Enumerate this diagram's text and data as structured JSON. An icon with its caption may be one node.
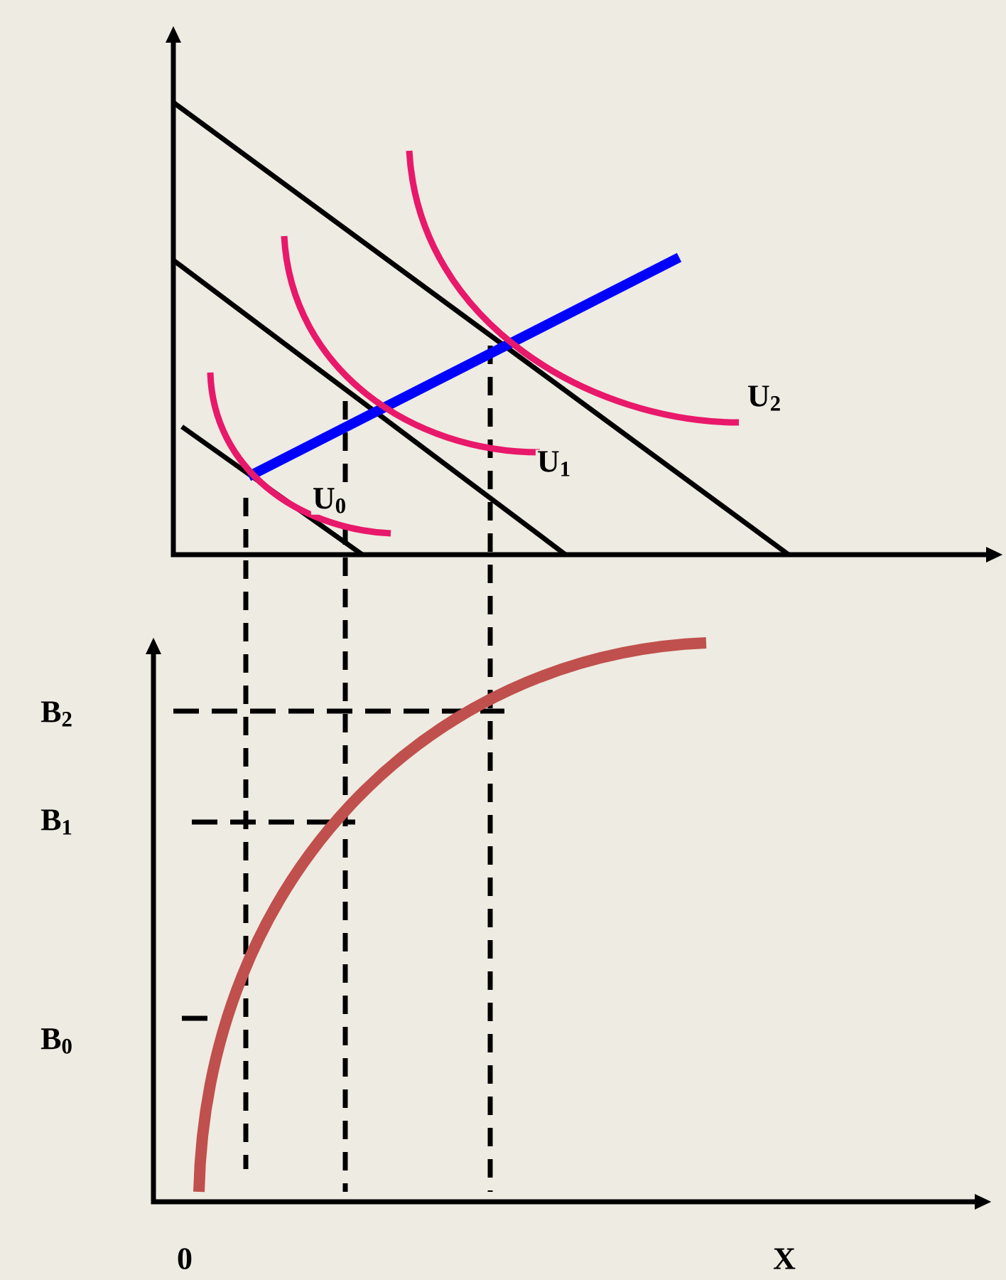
{
  "diagram": {
    "labels": [
      "U$_{2}$",
      "U$_{1}$",
      "U$_{0}$",
      "B$_{2}$",
      "B$_{1}$",
      "B$_{0}$",
      "0",
      "X"
    ]
  }
}
